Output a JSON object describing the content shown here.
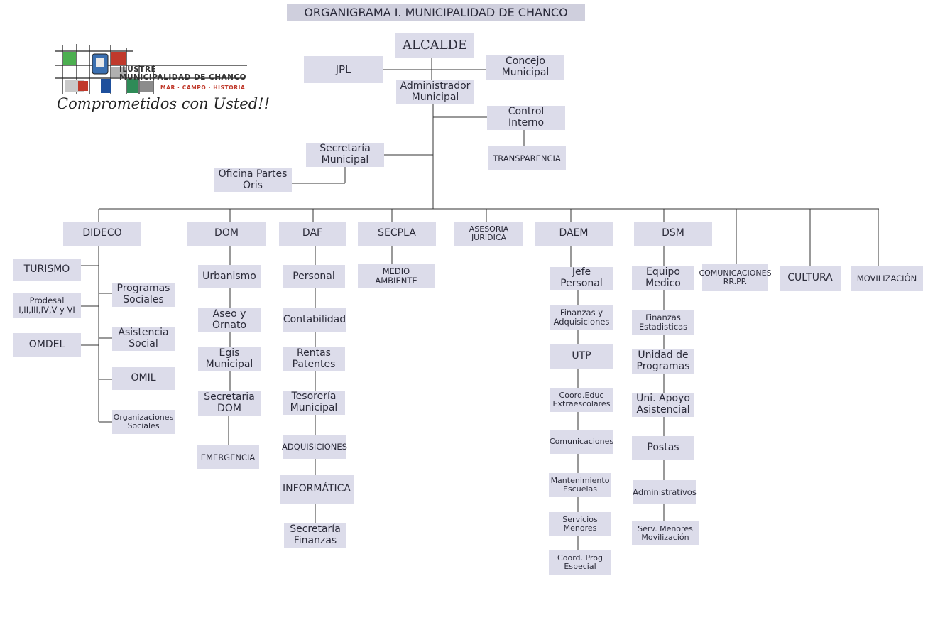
{
  "title": "ORGANIGRAMA I. MUNICIPALIDAD DE CHANCO",
  "logo": {
    "line1": "ILUSTRE",
    "line2": "MUNICIPALIDAD DE CHANCO",
    "tagline": "MAR · CAMPO · HISTORIA",
    "slogan": "Comprometidos con Usted!!"
  },
  "top": {
    "alcalde": "ALCALDE",
    "jpl": "JPL",
    "concejo": "Concejo\nMunicipal",
    "administrador": "Administrador\nMunicipal",
    "control": "Control\nInterno",
    "transparencia": "TRANSPARENCIA",
    "secretaria": "Secretaría\nMunicipal",
    "oficina": "Oficina Partes\nOris"
  },
  "departments": {
    "dideco": {
      "name": "DIDECO",
      "left": [
        "TURISMO",
        "Prodesal\nI,II,III,IV,V y VI",
        "OMDEL"
      ],
      "right": [
        "Programas\nSociales",
        "Asistencia\nSocial",
        "OMIL",
        "Organizaciones\nSociales"
      ]
    },
    "dom": {
      "name": "DOM",
      "items": [
        "Urbanismo",
        "Aseo y\nOrnato",
        "Egis\nMunicipal",
        "Secretaria\nDOM",
        "EMERGENCIA"
      ]
    },
    "daf": {
      "name": "DAF",
      "items": [
        "Personal",
        "Contabilidad",
        "Rentas\nPatentes",
        "Tesorería\nMunicipal",
        "ADQUISICIONES",
        "INFORMÁTICA",
        "Secretaría\nFinanzas"
      ]
    },
    "secpla": {
      "name": "SECPLA",
      "items": [
        "MEDIO\nAMBIENTE"
      ]
    },
    "asesoria": {
      "name": "ASESORIA\nJURIDICA"
    },
    "daem": {
      "name": "DAEM",
      "items": [
        "Jefe\nPersonal",
        "Finanzas y\nAdquisiciones",
        "UTP",
        "Coord.Educ\nExtraescolares",
        "Comunicaciones",
        "Mantenimiento\nEscuelas",
        "Servicios\nMenores",
        "Coord. Prog\nEspecial"
      ]
    },
    "dsm": {
      "name": "DSM",
      "items": [
        "Equipo\nMedico",
        "Finanzas\nEstadisticas",
        "Unidad de\nProgramas",
        "Uni. Apoyo\nAsistencial",
        "Postas",
        "Administrativos",
        "Serv. Menores\nMovilización"
      ]
    },
    "comunicaciones": {
      "name": "COMUNICACIONES\nRR.PP."
    },
    "cultura": {
      "name": "CULTURA"
    },
    "movilizacion": {
      "name": "MOVILIZACIÓN"
    }
  },
  "colors": {
    "box": "#dcdcea",
    "title_box": "#cfcfdd",
    "line": "#333333",
    "logo_red": "#c0392b",
    "logo_green": "#4caf50",
    "logo_blue": "#1e4f9c"
  }
}
